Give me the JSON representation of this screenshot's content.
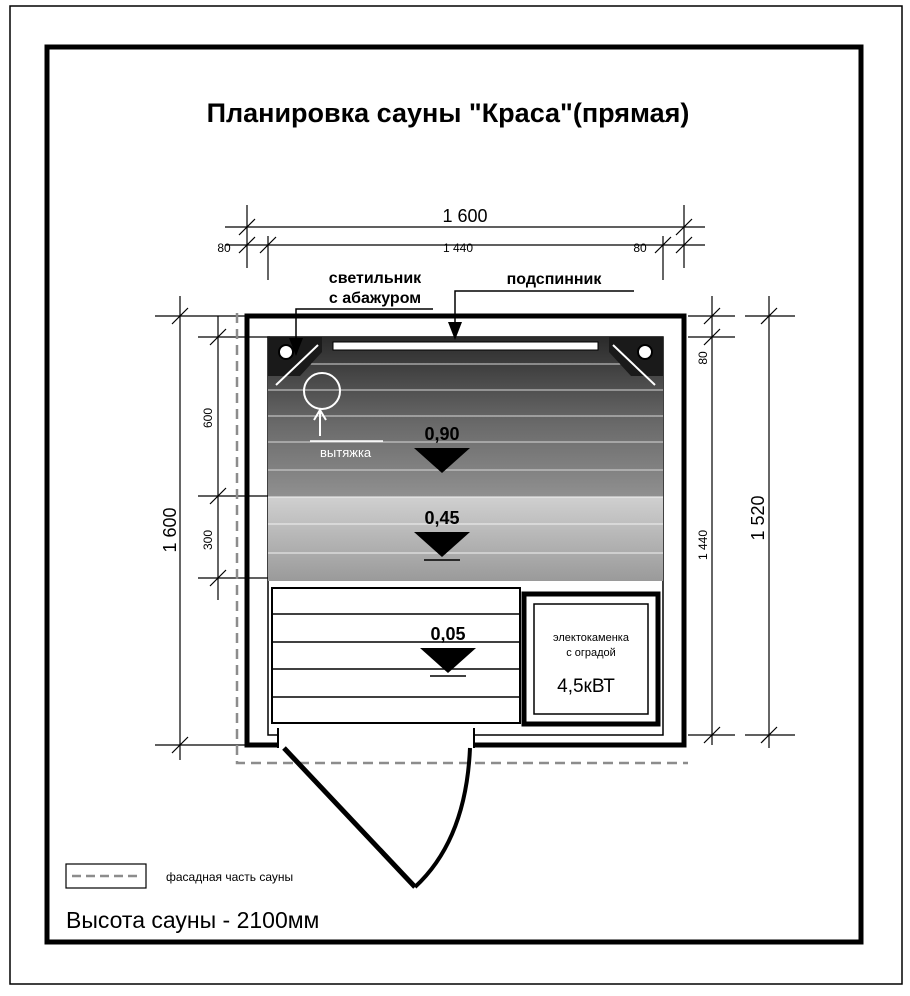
{
  "title": "Планировка сауны \"Краса\"(прямая)",
  "dimensions": {
    "top_total": "1 600",
    "top_left_offset": "80",
    "top_inner": "1 440",
    "top_right_offset": "80",
    "left_total": "1 600",
    "left_upper": "600",
    "left_middle": "300",
    "right_offset": "80",
    "right_inner": "1 440",
    "right_total": "1 520"
  },
  "labels": {
    "lamp_line1": "светильник",
    "lamp_line2": "с абажуром",
    "headrest": "подспинник",
    "exhaust": "вытяжка"
  },
  "benches": [
    {
      "level": "0,90"
    },
    {
      "level": "0,45"
    },
    {
      "level": "0,05"
    }
  ],
  "heater": {
    "line1": "электокаменка",
    "line2": "с оградой",
    "power": "4,5кВТ"
  },
  "legend": {
    "dashed": "фасадная часть сауны"
  },
  "height_note": "Высота сауны - 2100мм",
  "colors": {
    "line": "#000000",
    "facade_dash": "#8c8c8c",
    "bench_dark": "#3a3a3a",
    "bench_light": "#c8c8c8"
  }
}
